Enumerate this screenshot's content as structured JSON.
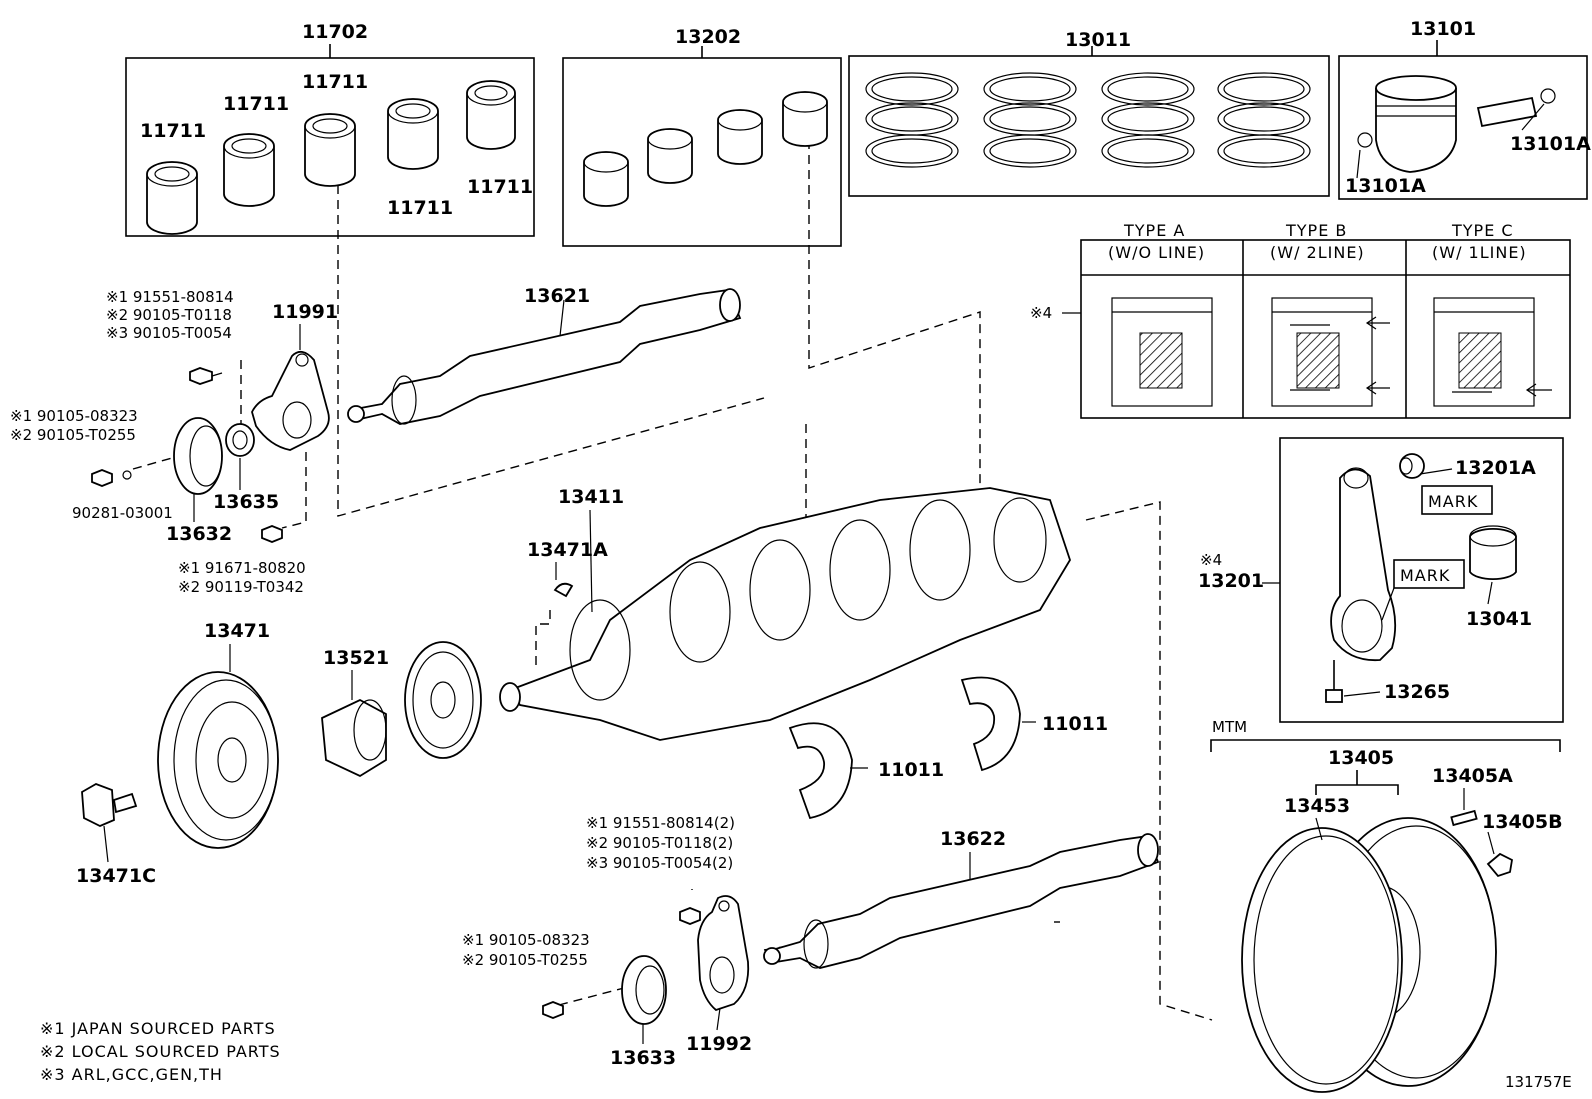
{
  "part_labels": {
    "p11702": "11702",
    "p11711_a": "11711",
    "p11711_b": "11711",
    "p11711_c": "11711",
    "p11711_d": "11711",
    "p11711_e": "11711",
    "p13202": "13202",
    "p13011": "13011",
    "p13101": "13101",
    "p13101A_a": "13101A",
    "p13101A_b": "13101A",
    "p13621": "13621",
    "p11991": "11991",
    "p13635": "13635",
    "p13632": "13632",
    "p13411": "13411",
    "p13471A": "13471A",
    "p13471": "13471",
    "p13521": "13521",
    "p13471C": "13471C",
    "p11011_a": "11011",
    "p11011_b": "11011",
    "p13622": "13622",
    "p13633": "13633",
    "p11992": "11992",
    "p13201A": "13201A",
    "p13201": "13201",
    "p13041": "13041",
    "p13265": "13265",
    "p13405": "13405",
    "p13405A": "13405A",
    "p13405B": "13405B",
    "p13453": "13453"
  },
  "ref_groups": {
    "g1": [
      "※1 91551-80814",
      "※2 90105-T0118",
      "※3 90105-T0054"
    ],
    "g2": [
      "※1 90105-08323",
      "※2 90105-T0255"
    ],
    "g3": "90281-03001",
    "g4": [
      "※1 91671-80820",
      "※2 90119-T0342"
    ],
    "g5": [
      "※1 91551-80814(2)",
      "※2 90105-T0118(2)",
      "※3 90105-T0054(2)"
    ],
    "g6": [
      "※1 90105-08323",
      "※2 90105-T0255"
    ]
  },
  "type_table": {
    "note": "※4",
    "types": [
      {
        "name": "TYPE A",
        "desc": "(W/O LINE)"
      },
      {
        "name": "TYPE B",
        "desc": "(W/ 2LINE)"
      },
      {
        "name": "TYPE C",
        "desc": "(W/ 1LINE)"
      }
    ]
  },
  "rod_box": {
    "note": "※4",
    "mark1": "MARK",
    "mark2": "MARK"
  },
  "mtm_label": "MTM",
  "legend": [
    "※1 JAPAN SOURCED PARTS",
    "※2 LOCAL SOURCED PARTS",
    "※3 ARL,GCC,GEN,TH"
  ],
  "diagram_id": "131757E"
}
